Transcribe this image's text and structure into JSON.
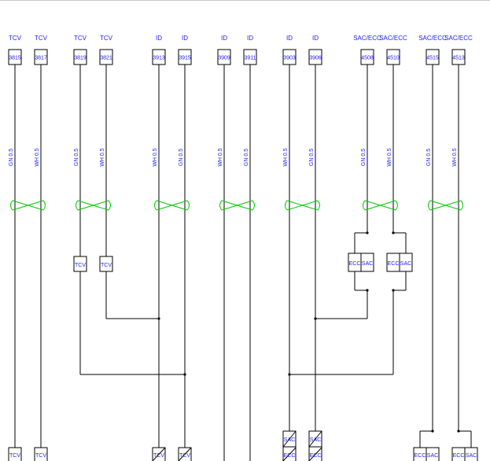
{
  "wires": [
    {
      "id": "w1",
      "header": "TCV",
      "number": "3815",
      "label": "GN 0.5"
    },
    {
      "id": "w2",
      "header": "TCV",
      "number": "3817",
      "label": "WH 0.5"
    },
    {
      "id": "w3",
      "header": "TCV",
      "number": "3819",
      "label": "GN 0.5"
    },
    {
      "id": "w4",
      "header": "TCV",
      "number": "3821",
      "label": "WH 0.5"
    },
    {
      "id": "w5",
      "header": "ID",
      "number": "3913",
      "label": "WH 0.5"
    },
    {
      "id": "w6",
      "header": "ID",
      "number": "3915",
      "label": "GN 0.5"
    },
    {
      "id": "w7",
      "header": "ID",
      "number": "3909",
      "label": "WH 0.5"
    },
    {
      "id": "w8",
      "header": "ID",
      "number": "3911",
      "label": "GN 0.5"
    },
    {
      "id": "w9",
      "header": "ID",
      "number": "3903",
      "label": "WH 0.5"
    },
    {
      "id": "w10",
      "header": "ID",
      "number": "3906",
      "label": "GN 0.5"
    },
    {
      "id": "w11",
      "header": "SAC/ECC",
      "number": "4508",
      "label": "GN 0.5"
    },
    {
      "id": "w12",
      "header": "SAC/ECC",
      "number": "4510",
      "label": "WH 0.5"
    },
    {
      "id": "w13",
      "header": "SAC/ECC",
      "number": "4515",
      "label": "GN 0.5"
    },
    {
      "id": "w14",
      "header": "SAC/ECC",
      "number": "4513",
      "label": "WH 0.5"
    }
  ],
  "mid_boxes": {
    "tcv_a": "TCV",
    "tcv_b": "TCV",
    "ecc_a": "ECC",
    "sac_a": "SAC",
    "ecc_b": "ECC",
    "sac_b": "SAC"
  },
  "bottom_labels": {
    "b1": "TCV",
    "b2": "TCV",
    "b5": "TCV",
    "b6": "TCV",
    "b9_top": "SAC",
    "b9_bot": "ECC",
    "b10_top": "SAC",
    "b10_bot": "ECC",
    "b13_ecc": "ECC",
    "b13_sac": "SAC",
    "b14_ecc": "ECC",
    "b14_sac": "SAC"
  },
  "colors": {
    "text": "#1a1aff",
    "wire": "#000000",
    "twist": "#00cc00"
  }
}
